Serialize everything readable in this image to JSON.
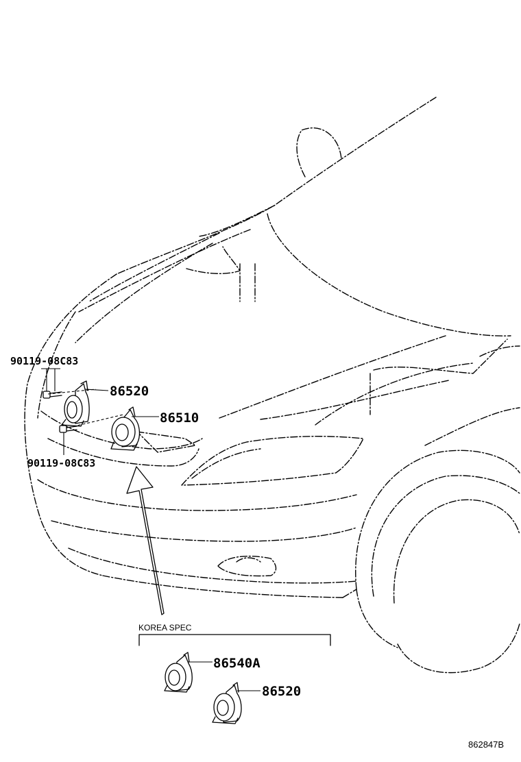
{
  "labels": {
    "bolt_upper": "90119-08C83",
    "horn_upper": "86520",
    "horn_main": "86510",
    "bolt_lower": "90119-08C83",
    "korea_spec": "KOREA SPEC",
    "horn_korea_a": "86540A",
    "horn_korea_b": "86520",
    "diagram_code": "862847B"
  }
}
